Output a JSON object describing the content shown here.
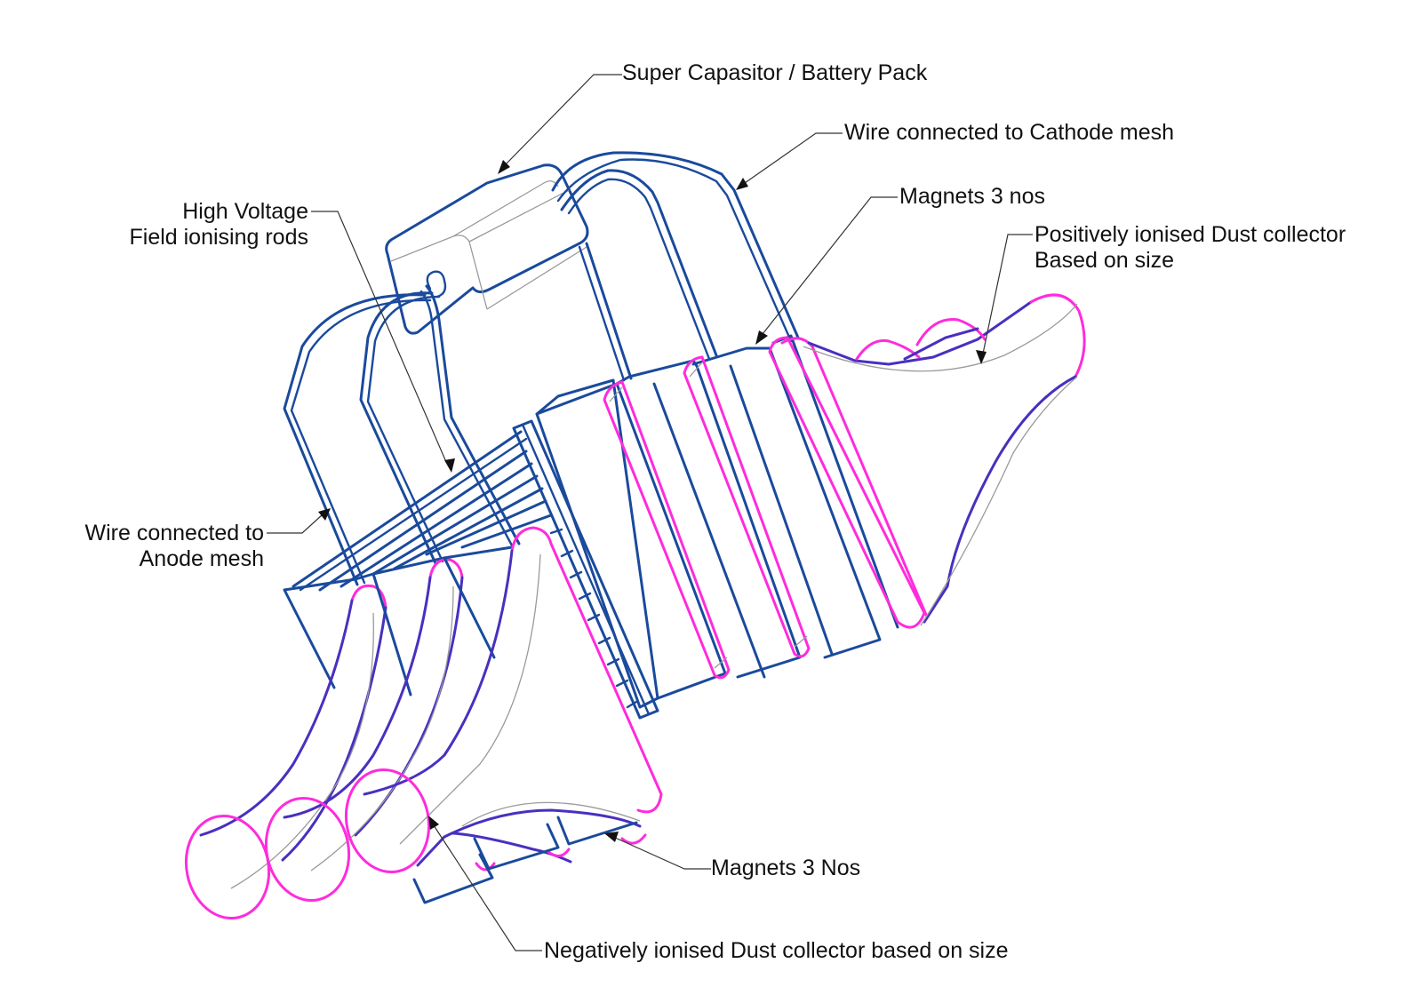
{
  "colors": {
    "frame_blue": "#1a4a9c",
    "collector_violet": "#4a2fc0",
    "edge_magenta": "#ff2bdc",
    "hidden_gray": "#9a9a9a",
    "text": "#111111"
  },
  "labels": {
    "battery_pack": "Super Capasitor / Battery Pack",
    "cathode_wire": "Wire connected to Cathode mesh",
    "magnets_top": "Magnets 3 nos",
    "positive_collector_line1": "Positively ionised Dust collector",
    "positive_collector_line2": "Based on size",
    "hv_rods_line1": "High Voltage",
    "hv_rods_line2": "Field ionising rods",
    "anode_wire_line1": "Wire connected to",
    "anode_wire_line2": "Anode mesh",
    "magnets_bottom": "Magnets 3 Nos",
    "negative_collector": "Negatively ionised Dust collector based on size"
  },
  "components": {
    "magnets_top_count": 3,
    "magnets_bottom_count": 3,
    "negative_collector_tubes": 3,
    "ionising_rods": 6
  }
}
